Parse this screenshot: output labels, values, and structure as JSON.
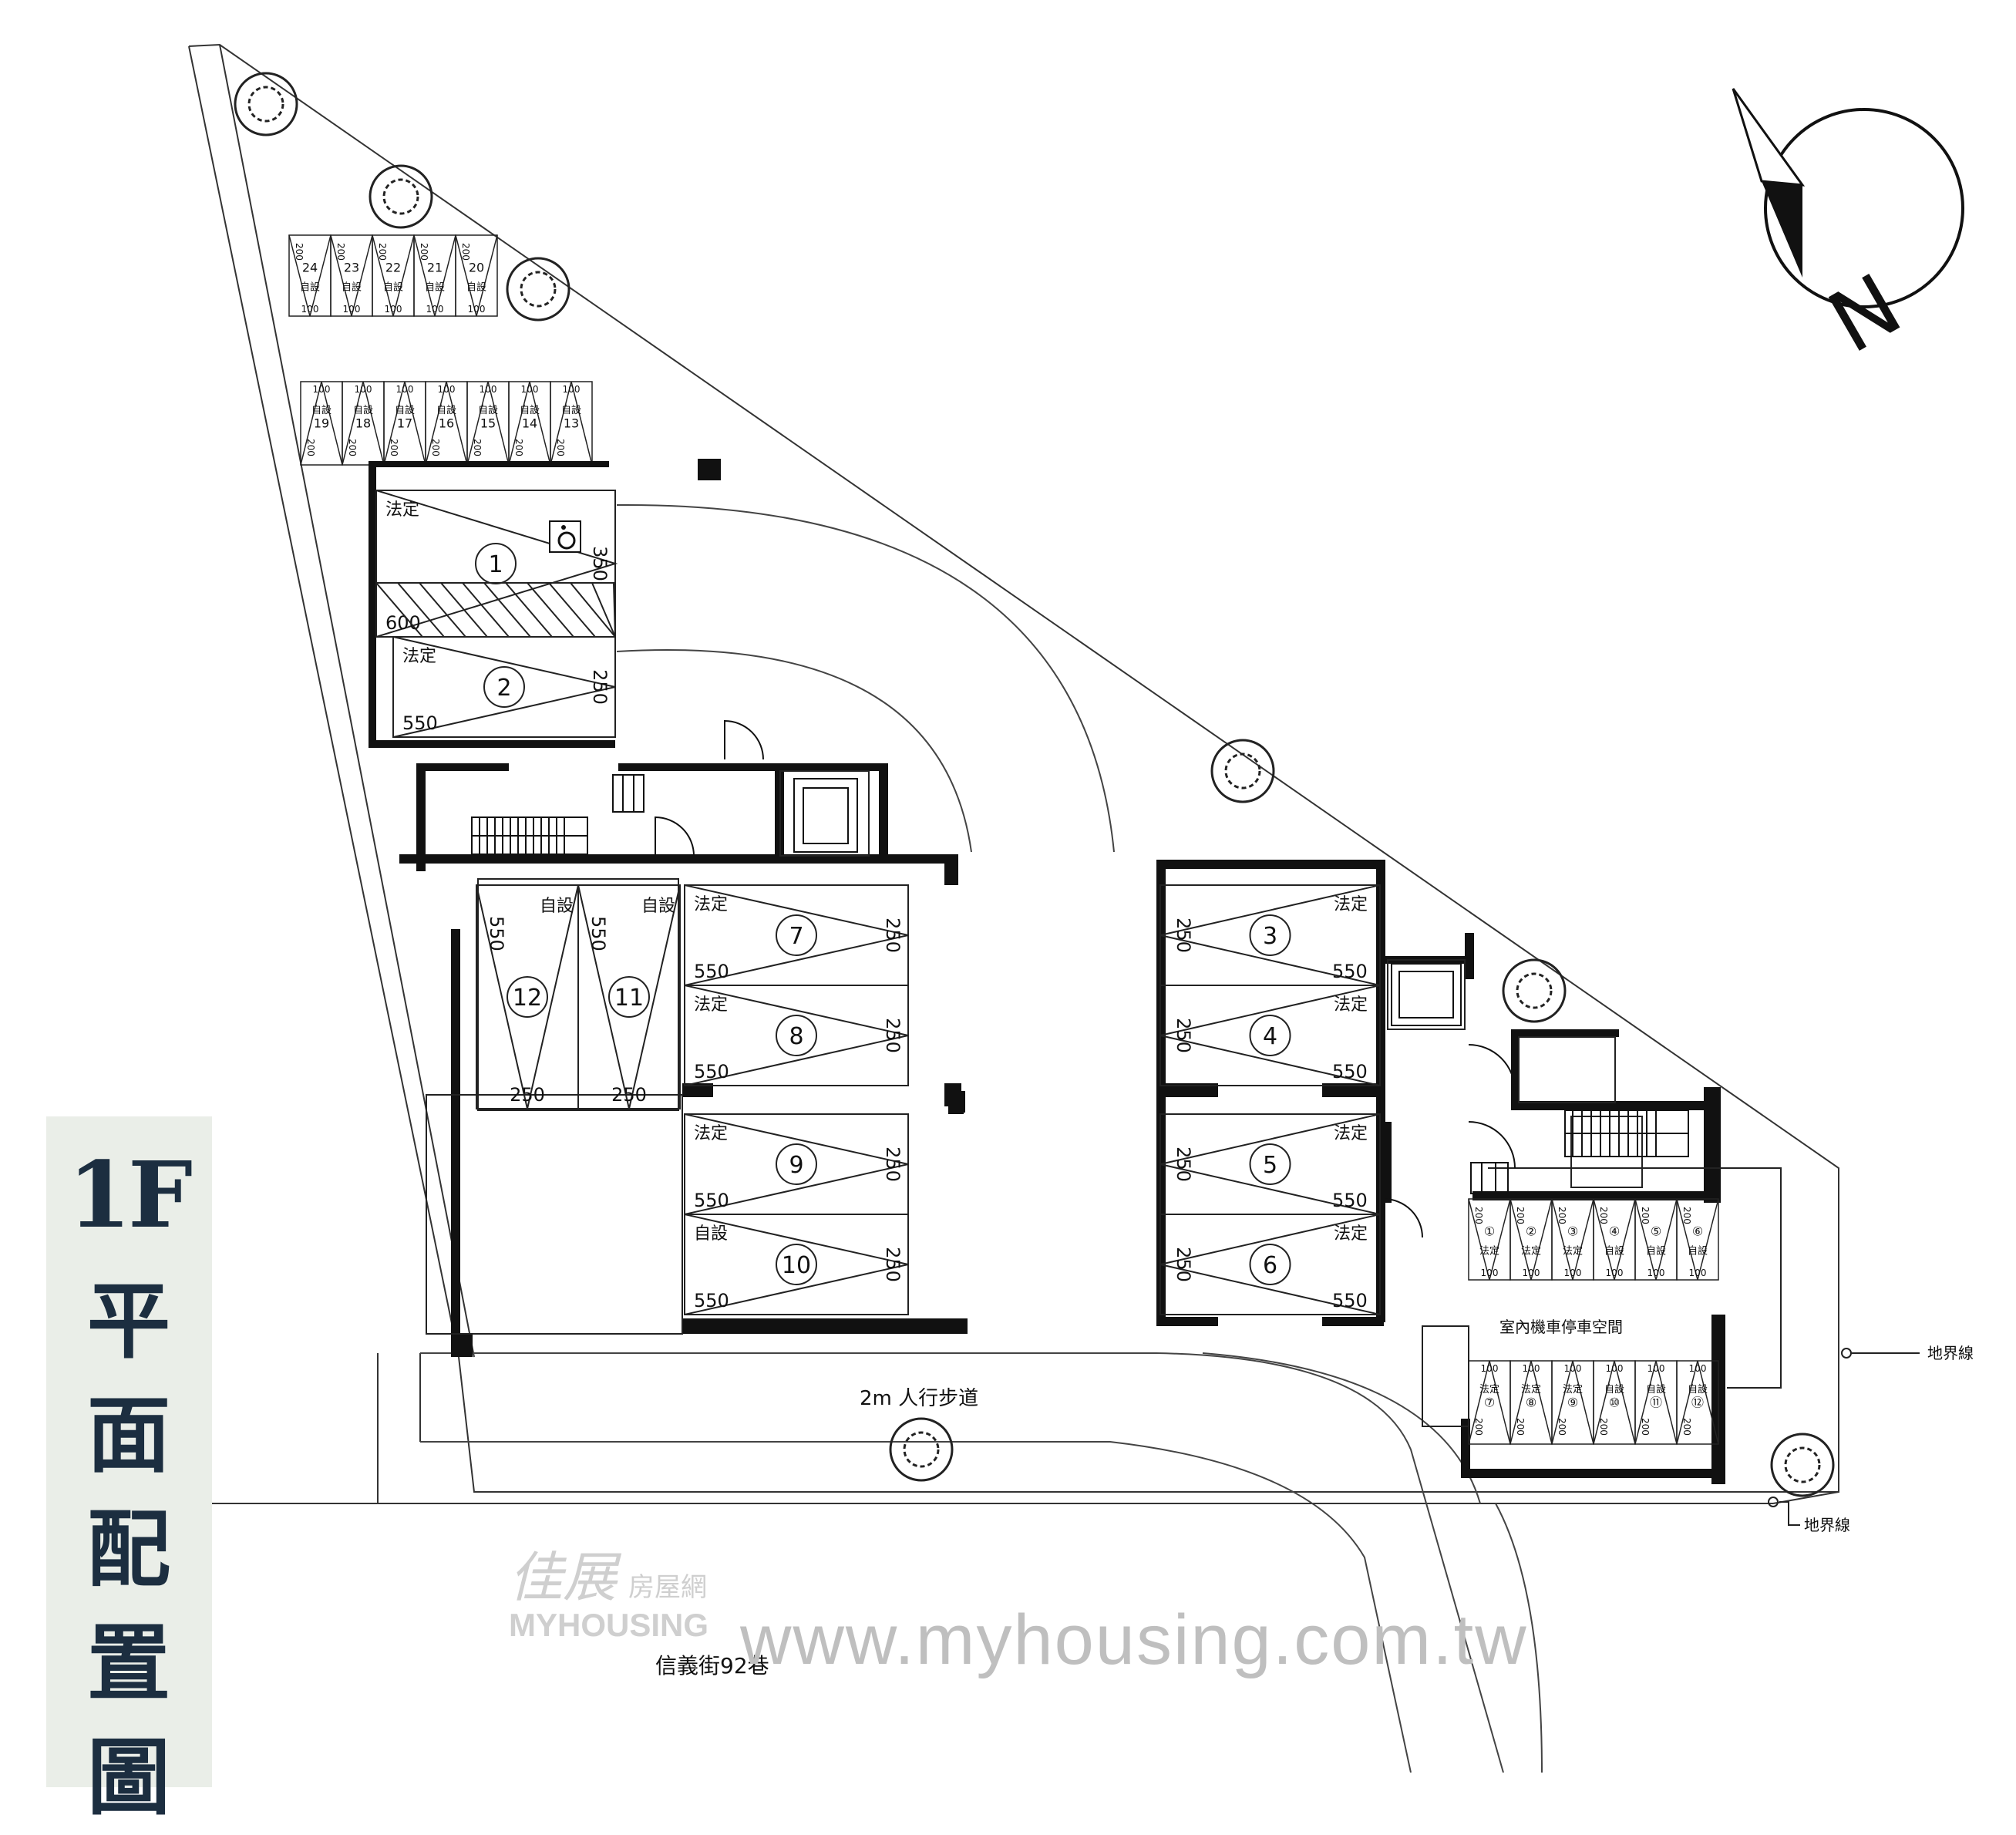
{
  "title": {
    "floor": "1F",
    "name": "平面配置圖"
  },
  "compass": {
    "label": "N"
  },
  "labels": {
    "sidewalk": "2m 人行步道",
    "street": "信義街92巷",
    "moto_room": "室內機車停車空間",
    "boundary_1": "地界線",
    "boundary_2": "地界線"
  },
  "watermark": {
    "url": "www.myhousing.com.tw",
    "brand": "MYHOUSING",
    "brand_cn": "房屋網"
  },
  "car_spaces": [
    {
      "no": "1",
      "type": "法定",
      "length": "600",
      "width": "350",
      "accessible": true
    },
    {
      "no": "2",
      "type": "法定",
      "length": "550",
      "width": "250"
    },
    {
      "no": "3",
      "type": "法定",
      "length": "550",
      "width": "250"
    },
    {
      "no": "4",
      "type": "法定",
      "length": "550",
      "width": "250"
    },
    {
      "no": "5",
      "type": "法定",
      "length": "550",
      "width": "250"
    },
    {
      "no": "6",
      "type": "法定",
      "length": "550",
      "width": "250"
    },
    {
      "no": "7",
      "type": "法定",
      "length": "550",
      "width": "250"
    },
    {
      "no": "8",
      "type": "法定",
      "length": "550",
      "width": "250"
    },
    {
      "no": "9",
      "type": "法定",
      "length": "550",
      "width": "250"
    },
    {
      "no": "10",
      "type": "自設",
      "length": "550",
      "width": "250"
    },
    {
      "no": "11",
      "type": "自設",
      "length": "550",
      "width": "250"
    },
    {
      "no": "12",
      "type": "自設",
      "length": "550",
      "width": "250"
    }
  ],
  "moto_outdoor_top": [
    {
      "no": "24",
      "type": "自設"
    },
    {
      "no": "23",
      "type": "自設"
    },
    {
      "no": "22",
      "type": "自設"
    },
    {
      "no": "21",
      "type": "自設"
    },
    {
      "no": "20",
      "type": "自設"
    }
  ],
  "moto_outdoor_mid": [
    {
      "no": "19",
      "type": "自設"
    },
    {
      "no": "18",
      "type": "自設"
    },
    {
      "no": "17",
      "type": "自設"
    },
    {
      "no": "16",
      "type": "自設"
    },
    {
      "no": "15",
      "type": "自設"
    },
    {
      "no": "14",
      "type": "自設"
    },
    {
      "no": "13",
      "type": "自設"
    }
  ],
  "moto_indoor_a": [
    {
      "no": "①",
      "type": "法定"
    },
    {
      "no": "②",
      "type": "法定"
    },
    {
      "no": "③",
      "type": "法定"
    },
    {
      "no": "④",
      "type": "自設"
    },
    {
      "no": "⑤",
      "type": "自設"
    },
    {
      "no": "⑥",
      "type": "自設"
    }
  ],
  "moto_indoor_b": [
    {
      "no": "⑦",
      "type": "法定"
    },
    {
      "no": "⑧",
      "type": "法定"
    },
    {
      "no": "⑨",
      "type": "法定"
    },
    {
      "no": "⑩",
      "type": "自設"
    },
    {
      "no": "⑪",
      "type": "自設"
    },
    {
      "no": "⑫",
      "type": "自設"
    }
  ],
  "moto_dims": {
    "length": "200",
    "width": "100"
  }
}
